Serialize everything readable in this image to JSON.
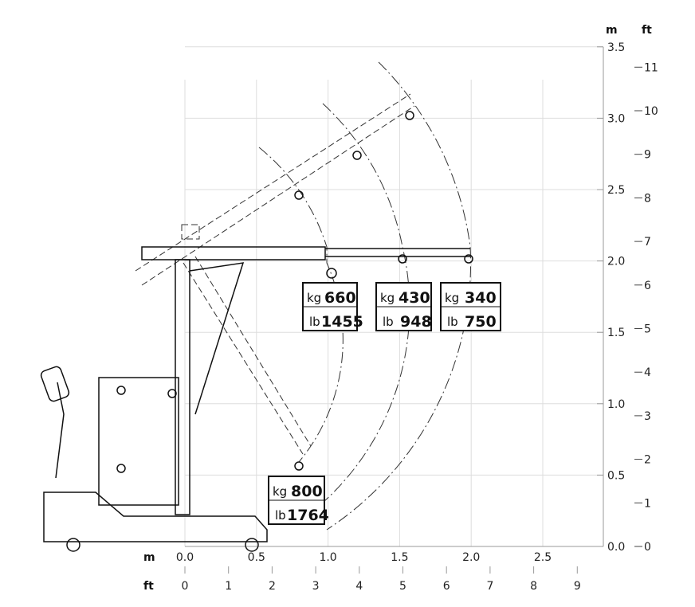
{
  "axes": {
    "y_unit_m": "m",
    "y_unit_ft": "ft",
    "x_unit_m": "m",
    "x_unit_ft": "ft",
    "y_m_ticks": [
      "0.0",
      "0.5",
      "1.0",
      "1.5",
      "2.0",
      "2.5",
      "3.0",
      "3.5"
    ],
    "y_ft_ticks": [
      "0",
      "1",
      "2",
      "3",
      "4",
      "5",
      "6",
      "7",
      "8",
      "9",
      "10",
      "11"
    ],
    "x_m_ticks": [
      "0.0",
      "0.5",
      "1.0",
      "1.5",
      "2.0",
      "2.5"
    ],
    "x_ft_ticks": [
      "0",
      "1",
      "2",
      "3",
      "4",
      "5",
      "6",
      "7",
      "8",
      "9"
    ]
  },
  "loads": [
    {
      "kg_unit": "kg",
      "kg": "660",
      "lb_unit": "lb",
      "lb": "1455",
      "reach_m": 1.0
    },
    {
      "kg_unit": "kg",
      "kg": "430",
      "lb_unit": "lb",
      "lb": "948",
      "reach_m": 1.5
    },
    {
      "kg_unit": "kg",
      "kg": "340",
      "lb_unit": "lb",
      "lb": "750",
      "reach_m": 2.0
    },
    {
      "kg_unit": "kg",
      "kg": "800",
      "lb_unit": "lb",
      "lb": "1764",
      "reach_m": 0.8
    }
  ]
}
